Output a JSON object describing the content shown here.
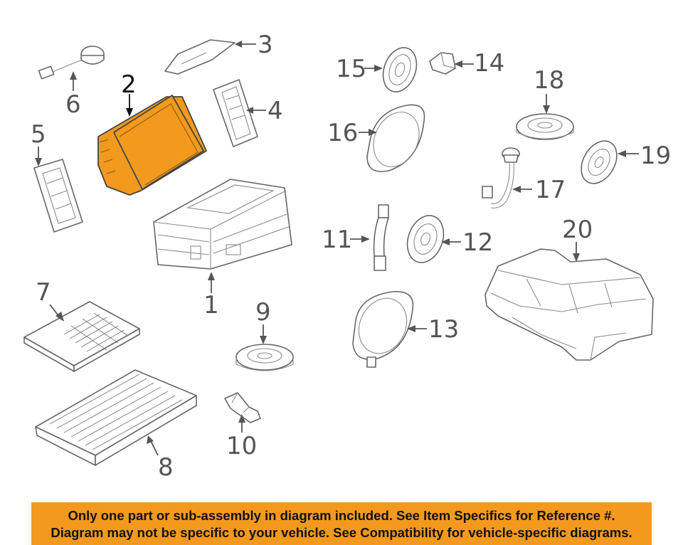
{
  "callouts": {
    "c1": "1",
    "c2": "2",
    "c3": "3",
    "c4": "4",
    "c5": "5",
    "c6": "6",
    "c7": "7",
    "c8": "8",
    "c9": "9",
    "c10": "10",
    "c11": "11",
    "c12": "12",
    "c13": "13",
    "c14": "14",
    "c15": "15",
    "c16": "16",
    "c17": "17",
    "c18": "18",
    "c19": "19",
    "c20": "20"
  },
  "colors": {
    "highlight": "#f39a1e",
    "line": "#666666"
  },
  "disclaimer": {
    "line1": "Only one part or sub-assembly in diagram included. See Item Specifics for Reference #.",
    "line2": "Diagram may not be specific to your vehicle. See Compatibility for vehicle-specific diagrams."
  }
}
